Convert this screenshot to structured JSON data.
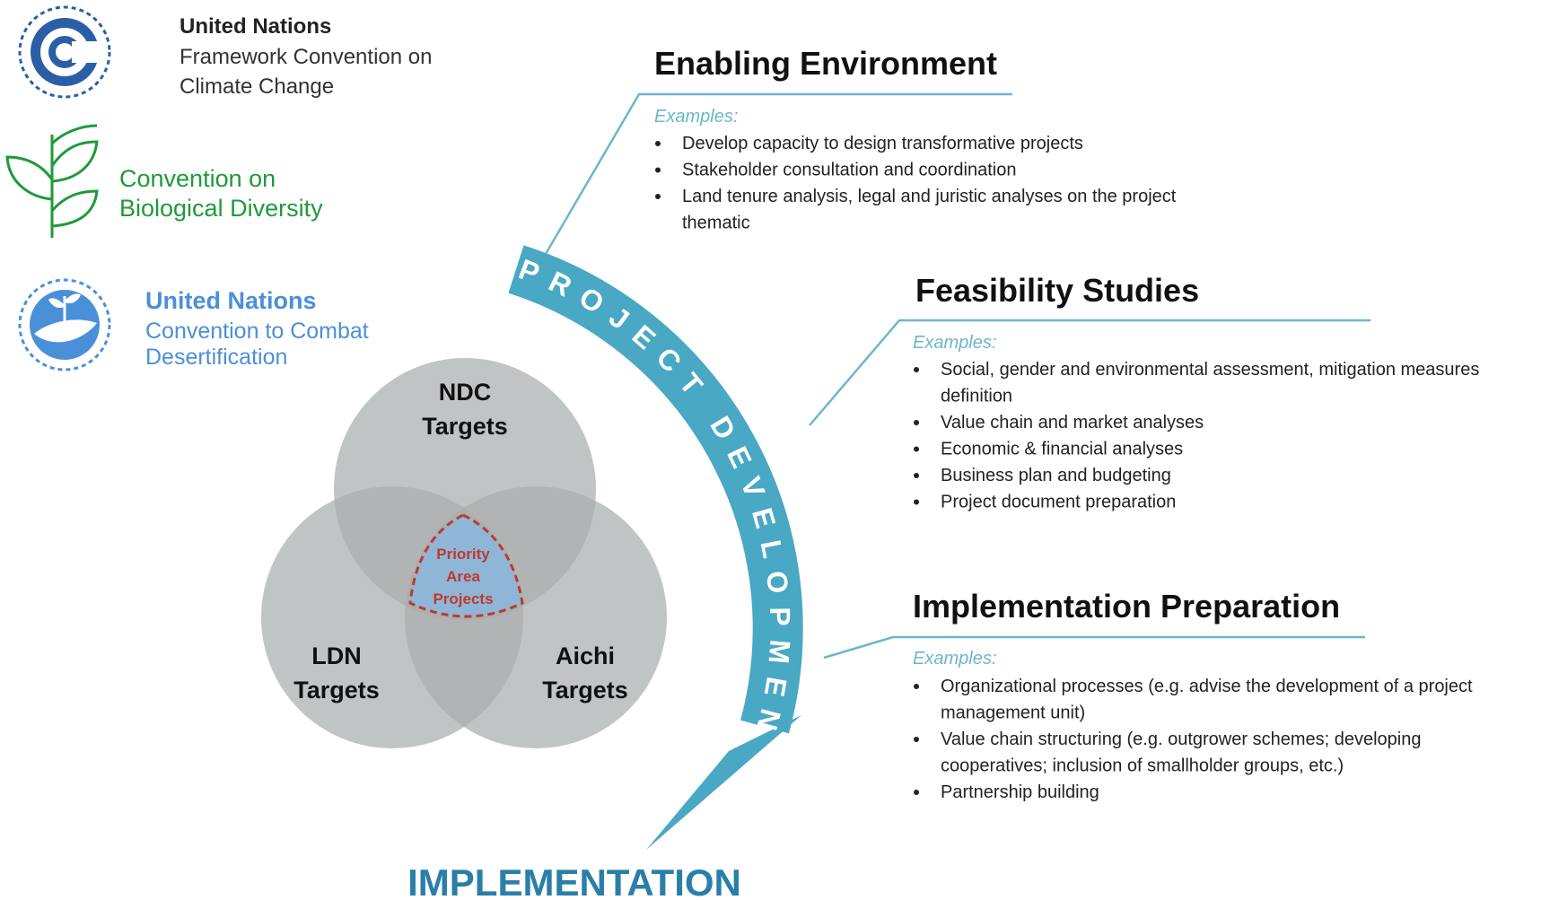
{
  "logos": {
    "unfccc": {
      "line1": "United Nations",
      "line2": "Framework Convention on",
      "line3": "Climate Change",
      "color": "#2a5fa6"
    },
    "cbd": {
      "line1": "Convention on",
      "line2": "Biological Diversity",
      "color": "#1f9a3a"
    },
    "unccd": {
      "line1": "United Nations",
      "line2": "Convention to Combat",
      "line3": "Desertification",
      "color": "#4a90d9"
    }
  },
  "venn": {
    "top": {
      "line1": "NDC",
      "line2": "Targets"
    },
    "left": {
      "line1": "LDN",
      "line2": "Targets"
    },
    "right": {
      "line1": "Aichi",
      "line2": "Targets"
    },
    "center": {
      "line1": "Priority",
      "line2": "Area",
      "line3": "Projects"
    },
    "circle_color": "#a9adaf",
    "center_fill": "#8fb6d6",
    "center_border": "#c0392b"
  },
  "arrow": {
    "label": "PROJECT DEVELOPMENT",
    "color": "#49a8c4"
  },
  "implementation": {
    "label": "IMPLEMENTATION",
    "color": "#2a7fa8"
  },
  "sections": [
    {
      "title": "Enabling Environment",
      "examples_label": "Examples:",
      "lines": [
        {
          "text": "Develop capacity to design transformative projects",
          "bullet": true
        },
        {
          "text": "Stakeholder consultation and coordination",
          "bullet": true
        },
        {
          "text": "Land tenure analysis, legal and juristic analyses on the project",
          "bullet": true
        },
        {
          "text": "thematic",
          "bullet": false
        }
      ]
    },
    {
      "title": "Feasibility Studies",
      "examples_label": "Examples:",
      "lines": [
        {
          "text": "Social, gender and environmental assessment, mitigation measures",
          "bullet": true
        },
        {
          "text": "definition",
          "bullet": false
        },
        {
          "text": "Value chain and market analyses",
          "bullet": true
        },
        {
          "text": "Economic & financial analyses",
          "bullet": true
        },
        {
          "text": "Business plan and budgeting",
          "bullet": true
        },
        {
          "text": "Project document preparation",
          "bullet": true
        }
      ]
    },
    {
      "title": "Implementation Preparation",
      "examples_label": "Examples:",
      "lines": [
        {
          "text": "Organizational processes (e.g. advise the development of a project",
          "bullet": true
        },
        {
          "text": "management unit)",
          "bullet": false
        },
        {
          "text": "Value chain structuring (e.g. outgrower schemes; developing",
          "bullet": true
        },
        {
          "text": "cooperatives; inclusion of smallholder groups, etc.)",
          "bullet": false
        },
        {
          "text": "Partnership building",
          "bullet": true
        }
      ]
    }
  ],
  "colors": {
    "connector": "#6cb6cc",
    "examples": "#6cb6cc",
    "heading": "#111111",
    "body": "#222222"
  }
}
